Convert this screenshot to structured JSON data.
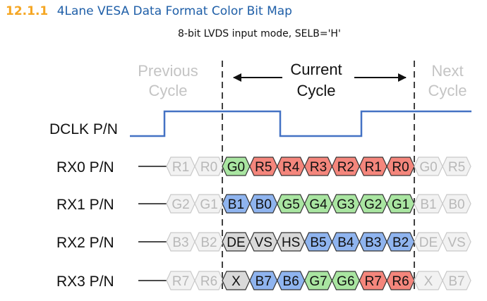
{
  "section": {
    "number": "12.1.1",
    "title": "4Lane VESA Data Format Color Bit Map"
  },
  "subtitle": "8-bit LVDS input mode, SELB='H'",
  "cycle_labels": {
    "previous": [
      "Previous",
      "Cycle"
    ],
    "current": [
      "Current",
      "Cycle"
    ],
    "next": [
      "Next",
      "Cycle"
    ]
  },
  "clock": {
    "label": "DCLK P/N",
    "color": "#4472c4"
  },
  "colors": {
    "red": "#f4867c",
    "green": "#a9e5a1",
    "blue": "#8fb4ef",
    "gray": "#d9d9d9",
    "faded_fill": "#f2f2f2",
    "faded_text": "#b8b8b8"
  },
  "lanes": [
    {
      "label": "RX0 P/N",
      "prev": [
        "R1",
        "R0"
      ],
      "current": [
        {
          "text": "G0",
          "color": "green"
        },
        {
          "text": "R5",
          "color": "red"
        },
        {
          "text": "R4",
          "color": "red"
        },
        {
          "text": "R3",
          "color": "red"
        },
        {
          "text": "R2",
          "color": "red"
        },
        {
          "text": "R1",
          "color": "red"
        },
        {
          "text": "R0",
          "color": "red"
        }
      ],
      "next": [
        "G0",
        "R5"
      ]
    },
    {
      "label": "RX1 P/N",
      "prev": [
        "G2",
        "G1"
      ],
      "current": [
        {
          "text": "B1",
          "color": "blue"
        },
        {
          "text": "B0",
          "color": "blue"
        },
        {
          "text": "G5",
          "color": "green"
        },
        {
          "text": "G4",
          "color": "green"
        },
        {
          "text": "G3",
          "color": "green"
        },
        {
          "text": "G2",
          "color": "green"
        },
        {
          "text": "G1",
          "color": "green"
        }
      ],
      "next": [
        "B1",
        "B0"
      ]
    },
    {
      "label": "RX2 P/N",
      "prev": [
        "B3",
        "B2"
      ],
      "current": [
        {
          "text": "DE",
          "color": "gray"
        },
        {
          "text": "VS",
          "color": "gray"
        },
        {
          "text": "HS",
          "color": "gray"
        },
        {
          "text": "B5",
          "color": "blue"
        },
        {
          "text": "B4",
          "color": "blue"
        },
        {
          "text": "B3",
          "color": "blue"
        },
        {
          "text": "B2",
          "color": "blue"
        }
      ],
      "next": [
        "DE",
        "VS"
      ]
    },
    {
      "label": "RX3 P/N",
      "prev": [
        "R7",
        "R6"
      ],
      "current": [
        {
          "text": "X",
          "color": "gray"
        },
        {
          "text": "B7",
          "color": "blue"
        },
        {
          "text": "B6",
          "color": "blue"
        },
        {
          "text": "G7",
          "color": "green"
        },
        {
          "text": "G6",
          "color": "green"
        },
        {
          "text": "R7",
          "color": "red"
        },
        {
          "text": "R6",
          "color": "red"
        }
      ],
      "next": [
        "X",
        "B7"
      ]
    }
  ]
}
